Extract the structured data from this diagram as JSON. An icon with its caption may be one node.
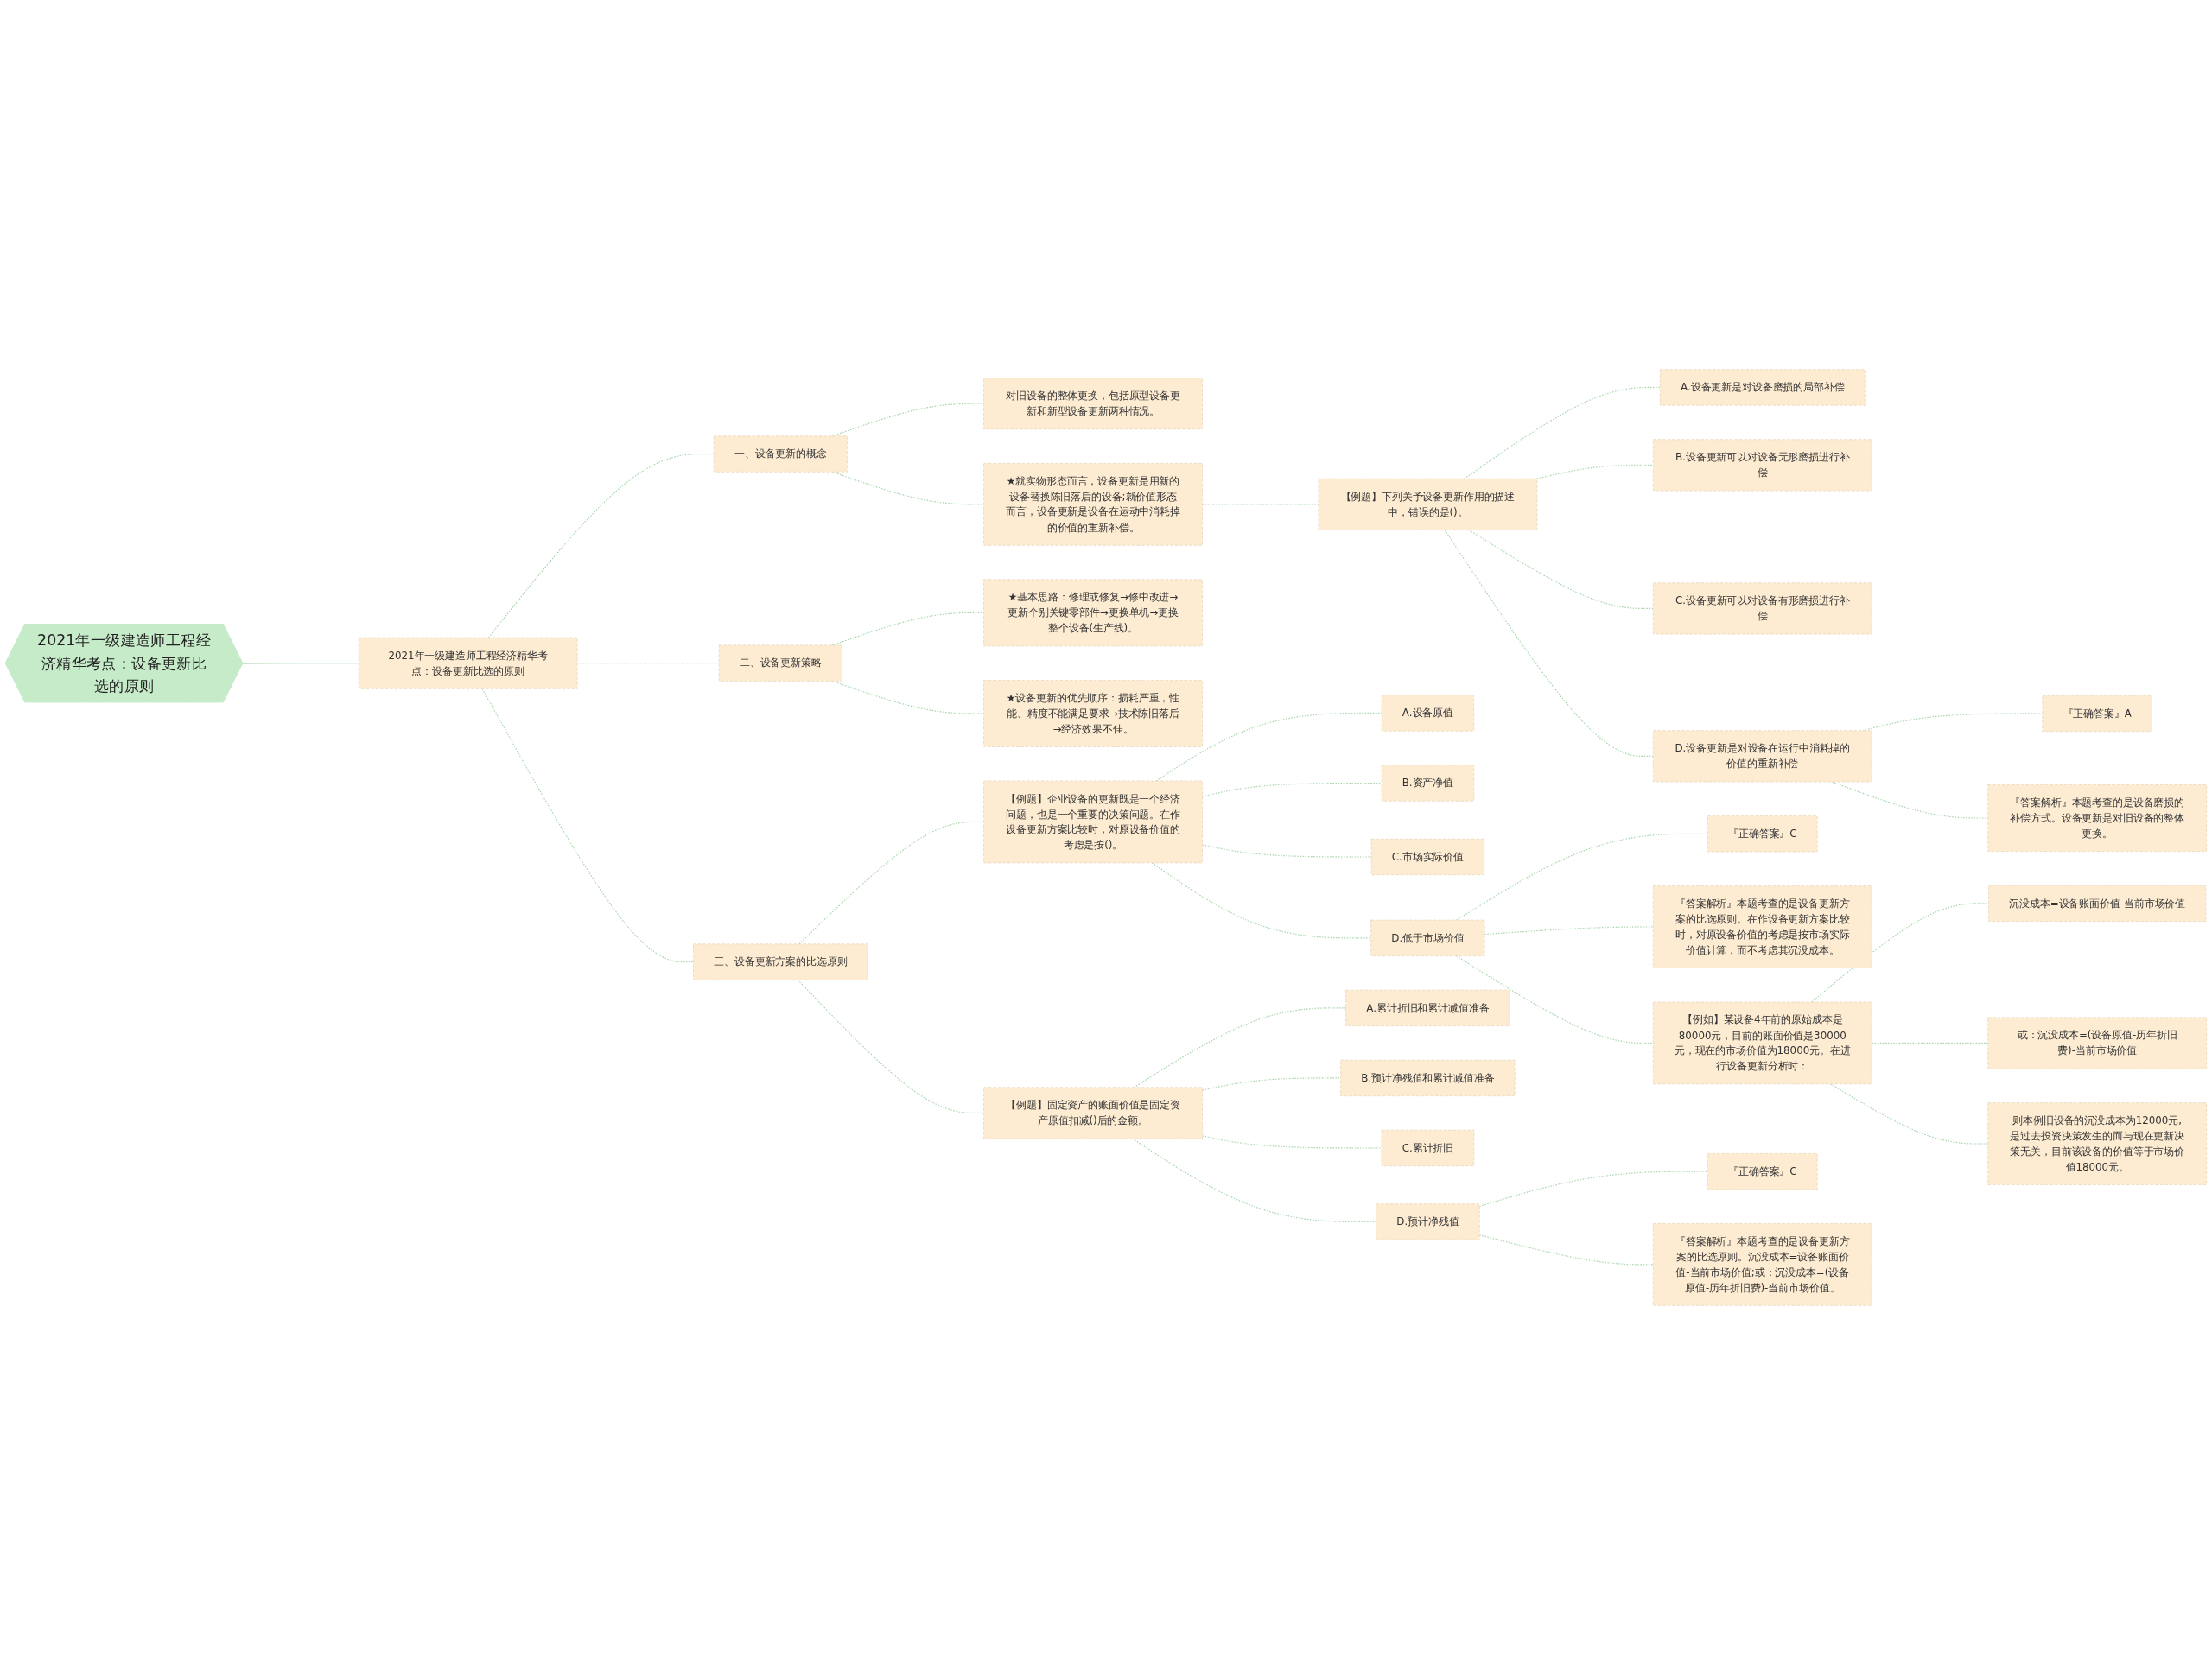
{
  "diagram": {
    "nodes": [
      {
        "text": [
          "2021年一级建造师工程经济精华考点：设备更新比选的原则"
        ]
      },
      {
        "text": [
          "2021年一级建造师工程经济精华考点：设备更新比选的原则"
        ]
      },
      {
        "text": [
          "一、设备更新的概念"
        ]
      },
      {
        "text": [
          "对旧设备的整体更换，包括原型设备更新和新型设备更新两种情况。"
        ]
      },
      {
        "text": [
          "★就实物形态而言，设备更新是用新的设备替换陈旧落后的设备;就价值形态而言，设备更新是设备在运动中消耗掉的价值的重新补偿。"
        ]
      },
      {
        "text": [
          "【例题】下列关予设备更新作用的描述中，错误的是()。"
        ]
      },
      {
        "text": [
          "A.设备更新是对设备磨损的局部补偿"
        ]
      },
      {
        "text": [
          "B.设备更新可以对设备无形磨损进行补偿"
        ]
      },
      {
        "text": [
          "C.设备更新可以对设备有形磨损进行补偿"
        ]
      },
      {
        "text": [
          "D.设备更新是对设备在运行中消耗掉的价值的重新补偿"
        ]
      },
      {
        "text": [
          "『正确答案』A"
        ]
      },
      {
        "text": [
          "『答案解析』本题考查的是设备磨损的补偿方式。设备更新是对旧设备的整体更换。"
        ]
      },
      {
        "text": [
          "二、设备更新策略"
        ]
      },
      {
        "text": [
          "★基本思路：修理或修复→修中改进→更新个别关键零部件→更换单机→更换整个设备(生产线)。"
        ]
      },
      {
        "text": [
          "★设备更新的优先顺序：损耗严重，性能、精度不能满足要求→技术陈旧落后→经济效果不佳。"
        ]
      },
      {
        "text": [
          "三、设备更新方案的比选原则"
        ]
      },
      {
        "text": [
          "【例题】企业设备的更新既是一个经济问题，也是一个重要的决策问题。在作设备更新方案比较时，对原设备价值的考虑是按()。"
        ]
      },
      {
        "text": [
          "A.设备原值"
        ]
      },
      {
        "text": [
          "B.资产净值"
        ]
      },
      {
        "text": [
          "C.市场实际价值"
        ]
      },
      {
        "text": [
          "D.低于市场价值"
        ]
      },
      {
        "text": [
          "『正确答案』C"
        ]
      },
      {
        "text": [
          "『答案解析』本题考查的是设备更新方案的比选原则。在作设备更新方案比较时，对原设备价值的考虑是按市场实际价值计算，而不考虑其沉没成本。"
        ]
      },
      {
        "text": [
          "【例如】某设备4年前的原始成本是80000元，目前的账面价值是30000元，现在的市场价值为18000元。在进行设备更新分析时："
        ]
      },
      {
        "text": [
          "沉没成本=设备账面价值-当前市场价值"
        ]
      },
      {
        "text": [
          "或：沉没成本=(设备原值-历年折旧费)-当前市场价值"
        ]
      },
      {
        "text": [
          "则本例旧设备的沉没成本为12000元,是过去投资决策发生的而与现在更新决策无关，目前该设备的价值等于市场价值18000元。"
        ]
      },
      {
        "text": [
          "【例题】固定资产的账面价值是固定资产原值扣减()后的金额。"
        ]
      },
      {
        "text": [
          "A.累计折旧和累计减值准备"
        ]
      },
      {
        "text": [
          "B.预计净残值和累计减值准备"
        ]
      },
      {
        "text": [
          "C.累计折旧"
        ]
      },
      {
        "text": [
          "D.预计净残值"
        ]
      },
      {
        "text": [
          "『正确答案』C"
        ]
      },
      {
        "text": [
          "『答案解析』本题考查的是设备更新方案的比选原则。沉没成本=设备账面价值-当前市场价值;或：沉没成本=(设备原值-历年折旧费)-当前市场价值。"
        ]
      }
    ],
    "edges": [
      {
        "from": 0,
        "to": 1,
        "arrow": "none"
      },
      {
        "from": 1,
        "to": 2,
        "arrow": "none",
        "style": "dashed"
      },
      {
        "from": 2,
        "to": 3,
        "arrow": "none",
        "style": "dashed"
      },
      {
        "from": 2,
        "to": 4,
        "arrow": "none",
        "style": "dashed"
      },
      {
        "from": 4,
        "to": 5,
        "arrow": "none",
        "style": "dashed"
      },
      {
        "from": 5,
        "to": 6,
        "arrow": "none",
        "style": "dashed"
      },
      {
        "from": 5,
        "to": 7,
        "arrow": "none",
        "style": "dashed"
      },
      {
        "from": 5,
        "to": 8,
        "arrow": "none",
        "style": "dashed"
      },
      {
        "from": 5,
        "to": 9,
        "arrow": "none",
        "style": "dashed"
      },
      {
        "from": 9,
        "to": 10,
        "arrow": "none",
        "style": "dashed"
      },
      {
        "from": 9,
        "to": 11,
        "arrow": "none",
        "style": "dashed"
      },
      {
        "from": 1,
        "to": 12,
        "arrow": "none",
        "style": "dashed"
      },
      {
        "from": 12,
        "to": 13,
        "arrow": "none",
        "style": "dashed"
      },
      {
        "from": 12,
        "to": 14,
        "arrow": "none",
        "style": "dashed"
      },
      {
        "from": 1,
        "to": 15,
        "arrow": "none",
        "style": "dashed"
      },
      {
        "from": 15,
        "to": 16,
        "arrow": "none",
        "style": "dashed"
      },
      {
        "from": 16,
        "to": 17,
        "arrow": "none",
        "style": "dashed"
      },
      {
        "from": 16,
        "to": 18,
        "arrow": "none",
        "style": "dashed"
      },
      {
        "from": 16,
        "to": 19,
        "arrow": "none",
        "style": "dashed"
      },
      {
        "from": 16,
        "to": 20,
        "arrow": "none",
        "style": "dashed"
      },
      {
        "from": 20,
        "to": 21,
        "arrow": "none",
        "style": "dashed"
      },
      {
        "from": 20,
        "to": 22,
        "arrow": "none",
        "style": "dashed"
      },
      {
        "from": 20,
        "to": 23,
        "arrow": "none",
        "style": "dashed"
      },
      {
        "from": 23,
        "to": 24,
        "arrow": "none",
        "style": "dashed"
      },
      {
        "from": 23,
        "to": 25,
        "arrow": "none",
        "style": "dashed"
      },
      {
        "from": 23,
        "to": 26,
        "arrow": "none",
        "style": "dashed"
      },
      {
        "from": 15,
        "to": 27,
        "arrow": "none",
        "style": "dashed"
      },
      {
        "from": 27,
        "to": 28,
        "arrow": "none",
        "style": "dashed"
      },
      {
        "from": 27,
        "to": 29,
        "arrow": "none",
        "style": "dashed"
      },
      {
        "from": 27,
        "to": 30,
        "arrow": "none",
        "style": "dashed"
      },
      {
        "from": 27,
        "to": 31,
        "arrow": "none",
        "style": "dashed"
      },
      {
        "from": 31,
        "to": 32,
        "arrow": "none",
        "style": "dashed"
      },
      {
        "from": 31,
        "to": 33,
        "arrow": "none",
        "style": "dashed"
      }
    ]
  }
}
